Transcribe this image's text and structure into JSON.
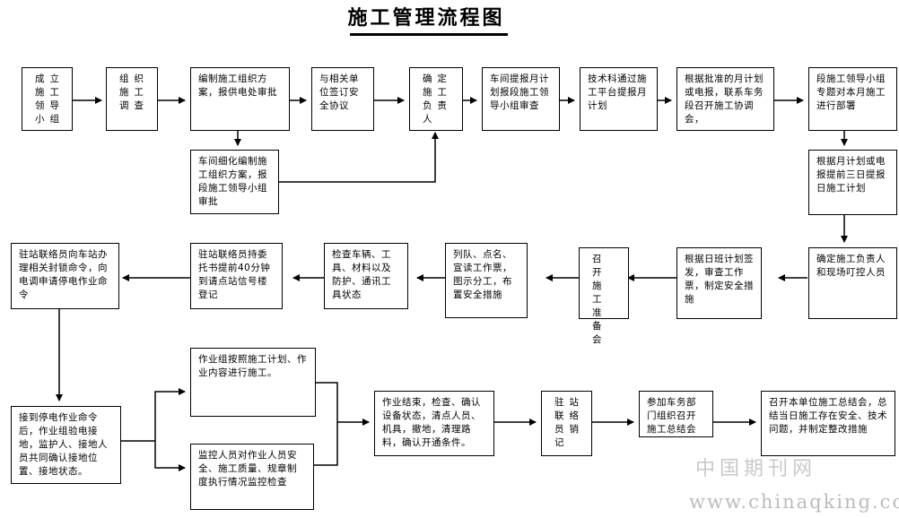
{
  "title": "施工管理流程图",
  "nodes": {
    "n1": "成立施工领导小组",
    "n2": "组织施工调查",
    "n3": "编制施工组织方案，报供电处审批",
    "n3b": "车间细化编制施工组织方案，报段施工领导小组审批",
    "n4": "与相关单位签订安全协议",
    "n5": "确定施工负责人",
    "n6": "车间提报月计划报段施工领导小组审查",
    "n7": "技术科通过施工平台提报月计划",
    "n8": "根据批准的月计划或电报，联系车务段召开施工协调会，",
    "n9": "段施工领导小组专题对本月施工进行部署",
    "n10": "根据月计划或电报提前三日提报日施工计划",
    "n11": "确定施工负责人和现场叮控人员",
    "n12": "根据日班计划签发，审查工作票，制定安全措施",
    "n13": "召开施工准备会",
    "n14": "列队、点名、宣读工作票，图示分工，布置安全措施",
    "n15": "检查车辆、工具、材料以及防护、通讯工具状态",
    "n16": "驻站联络员持委托书提前40分钟到请点站信号楼登记",
    "n17": "驻站联络员向车站办理相关封锁命令，向电调申请停电作业命令",
    "n18": "接到停电作业命令后，作业组验电接地，监护人、接地人员共同确认接地位置、接地状态。",
    "n18a": "作业组按照施工计划、作业内容进行施工。",
    "n18b": "监控人员对作业人员安全、施工质量、规章制度执行情况监控检查",
    "n19": "作业结束，检查、确认设备状态，清点人员、机具，撤地，清理路料，确认开通条件。",
    "n20": "驻站联络员销记",
    "n21": "参加车务部门组织召开施工总结会",
    "n22": "召开本单位施工总结会，总结当日施工存在安全、技术问题，并制定整改措施"
  },
  "watermark": {
    "cn": "中国期刊网",
    "url": "www.chinaqking.com"
  }
}
